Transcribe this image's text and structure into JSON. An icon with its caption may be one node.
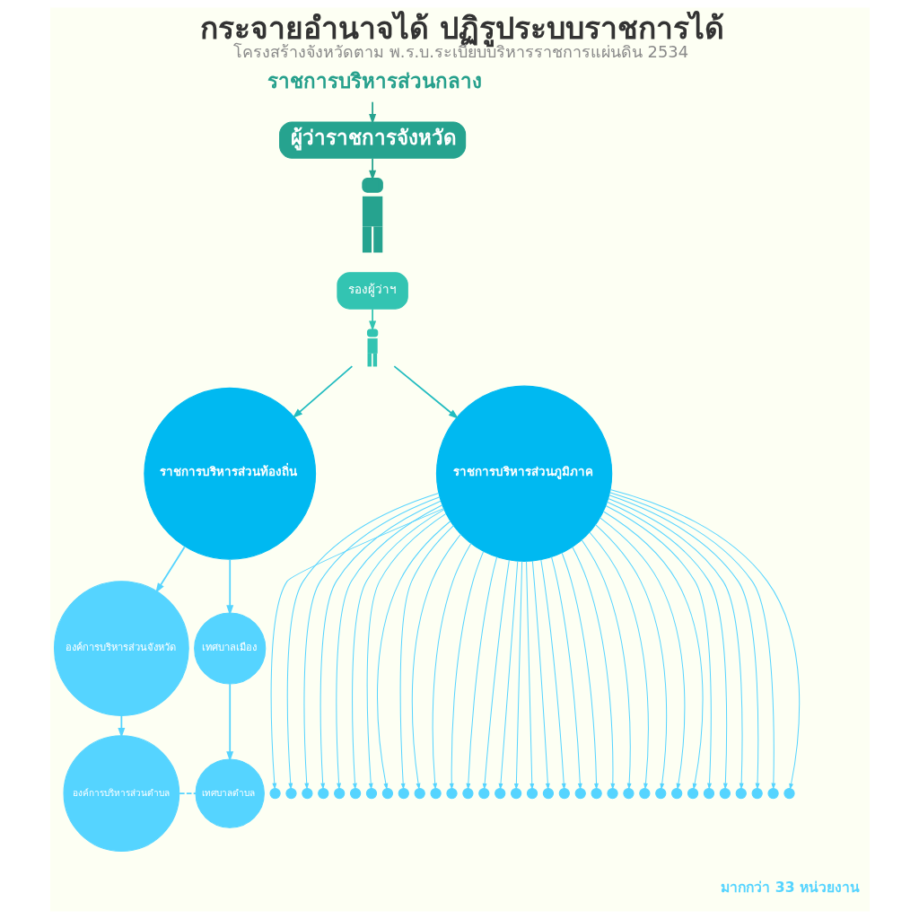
{
  "diagram": {
    "title": "กระจายอำนาจได้ ปฏิรูประบบราชการได้",
    "caption": "โครงสร้างจังหวัดตาม พ.ร.บ.ระเบียบบริหารราชการแผ่นดิน 2534",
    "nodes": [
      {
        "text": [
          "ราชการบริหารส่วนกลาง"
        ]
      },
      {
        "text": [
          "ผู้ว่าราชการจังหวัด"
        ]
      },
      {
        "text": [],
        "shape": "person"
      },
      {
        "text": [
          "รองผู้ว่าฯ"
        ]
      },
      {
        "text": [],
        "shape": "person"
      },
      {
        "text": [
          "ราชการบริหารส่วนท้องถิ่น"
        ]
      },
      {
        "text": [
          "ราชการบริหารส่วนภูมิภาค"
        ]
      },
      {
        "text": [
          "องค์การบริหารส่วนจังหวัด"
        ]
      },
      {
        "text": [
          "เทศบาลเมือง"
        ]
      },
      {
        "text": [
          "องค์การบริหารส่วนตำบล"
        ]
      },
      {
        "text": [
          "เทศบาลตำบล"
        ]
      },
      {
        "text": [],
        "shape": "circle"
      },
      {
        "text": [],
        "shape": "circle"
      },
      {
        "text": [],
        "shape": "circle"
      },
      {
        "text": [],
        "shape": "circle"
      },
      {
        "text": [],
        "shape": "circle"
      },
      {
        "text": [],
        "shape": "circle"
      },
      {
        "text": [],
        "shape": "circle"
      },
      {
        "text": [],
        "shape": "circle"
      },
      {
        "text": [],
        "shape": "circle"
      },
      {
        "text": [],
        "shape": "circle"
      },
      {
        "text": [],
        "shape": "circle"
      },
      {
        "text": [],
        "shape": "circle"
      },
      {
        "text": [],
        "shape": "circle"
      },
      {
        "text": [],
        "shape": "circle"
      },
      {
        "text": [],
        "shape": "circle"
      },
      {
        "text": [],
        "shape": "circle"
      },
      {
        "text": [],
        "shape": "circle"
      },
      {
        "text": [],
        "shape": "circle"
      },
      {
        "text": [],
        "shape": "circle"
      },
      {
        "text": [],
        "shape": "circle"
      },
      {
        "text": [],
        "shape": "circle"
      },
      {
        "text": [],
        "shape": "circle"
      },
      {
        "text": [],
        "shape": "circle"
      },
      {
        "text": [],
        "shape": "circle"
      },
      {
        "text": [],
        "shape": "circle"
      },
      {
        "text": [],
        "shape": "circle"
      },
      {
        "text": [],
        "shape": "circle"
      },
      {
        "text": [],
        "shape": "circle"
      },
      {
        "text": [],
        "shape": "circle"
      },
      {
        "text": [],
        "shape": "circle"
      },
      {
        "text": [],
        "shape": "circle"
      },
      {
        "text": [],
        "shape": "circle"
      },
      {
        "text": [],
        "shape": "circle"
      }
    ],
    "edges": [
      {
        "from": 0,
        "to": 1,
        "arrow": "to",
        "color": "#26a38f"
      },
      {
        "from": 1,
        "to": 2,
        "arrow": "to",
        "color": "#26a38f"
      },
      {
        "from": 3,
        "to": 4,
        "arrow": "to",
        "color": "#33c4b2"
      },
      {
        "from": 4,
        "to": 5,
        "arrow": "to",
        "color": "#22bcc0"
      },
      {
        "from": 4,
        "to": 6,
        "arrow": "to",
        "color": "#22bcc0"
      },
      {
        "from": 5,
        "to": 7,
        "arrow": "to"
      },
      {
        "from": 5,
        "to": 8,
        "arrow": "to"
      },
      {
        "from": 7,
        "to": 9,
        "arrow": "to"
      },
      {
        "from": 8,
        "to": 10,
        "arrow": "to"
      },
      {
        "from": 9,
        "to": 10,
        "arrow": "none",
        "style": "dashed"
      },
      {
        "from": 6,
        "to": 11,
        "arrow": "to"
      },
      {
        "from": 6,
        "to": 12,
        "arrow": "to"
      },
      {
        "from": 6,
        "to": 13,
        "arrow": "to"
      },
      {
        "from": 6,
        "to": 14,
        "arrow": "to"
      },
      {
        "from": 6,
        "to": 15,
        "arrow": "to"
      },
      {
        "from": 6,
        "to": 16,
        "arrow": "to"
      },
      {
        "from": 6,
        "to": 17,
        "arrow": "to"
      },
      {
        "from": 6,
        "to": 18,
        "arrow": "to"
      },
      {
        "from": 6,
        "to": 19,
        "arrow": "to"
      },
      {
        "from": 6,
        "to": 20,
        "arrow": "to"
      },
      {
        "from": 6,
        "to": 21,
        "arrow": "to"
      },
      {
        "from": 6,
        "to": 22,
        "arrow": "to"
      },
      {
        "from": 6,
        "to": 23,
        "arrow": "to"
      },
      {
        "from": 6,
        "to": 24,
        "arrow": "to"
      },
      {
        "from": 6,
        "to": 25,
        "arrow": "to"
      },
      {
        "from": 6,
        "to": 26,
        "arrow": "to"
      },
      {
        "from": 6,
        "to": 27,
        "arrow": "to"
      },
      {
        "from": 6,
        "to": 28,
        "arrow": "to"
      },
      {
        "from": 6,
        "to": 29,
        "arrow": "to"
      },
      {
        "from": 6,
        "to": 30,
        "arrow": "to"
      },
      {
        "from": 6,
        "to": 31,
        "arrow": "to"
      },
      {
        "from": 6,
        "to": 32,
        "arrow": "to"
      },
      {
        "from": 6,
        "to": 33,
        "arrow": "to"
      },
      {
        "from": 6,
        "to": 34,
        "arrow": "to"
      },
      {
        "from": 6,
        "to": 35,
        "arrow": "to"
      },
      {
        "from": 6,
        "to": 36,
        "arrow": "to"
      },
      {
        "from": 6,
        "to": 37,
        "arrow": "to"
      },
      {
        "from": 6,
        "to": 38,
        "arrow": "to"
      },
      {
        "from": 6,
        "to": 39,
        "arrow": "to"
      },
      {
        "from": 6,
        "to": 40,
        "arrow": "to"
      },
      {
        "from": 6,
        "to": 41,
        "arrow": "to"
      },
      {
        "from": 6,
        "to": 42,
        "arrow": "to"
      },
      {
        "from": 6,
        "to": 43,
        "arrow": "to"
      }
    ],
    "labels": [
      "มากกว่า 33 หน่วยงาน"
    ]
  }
}
